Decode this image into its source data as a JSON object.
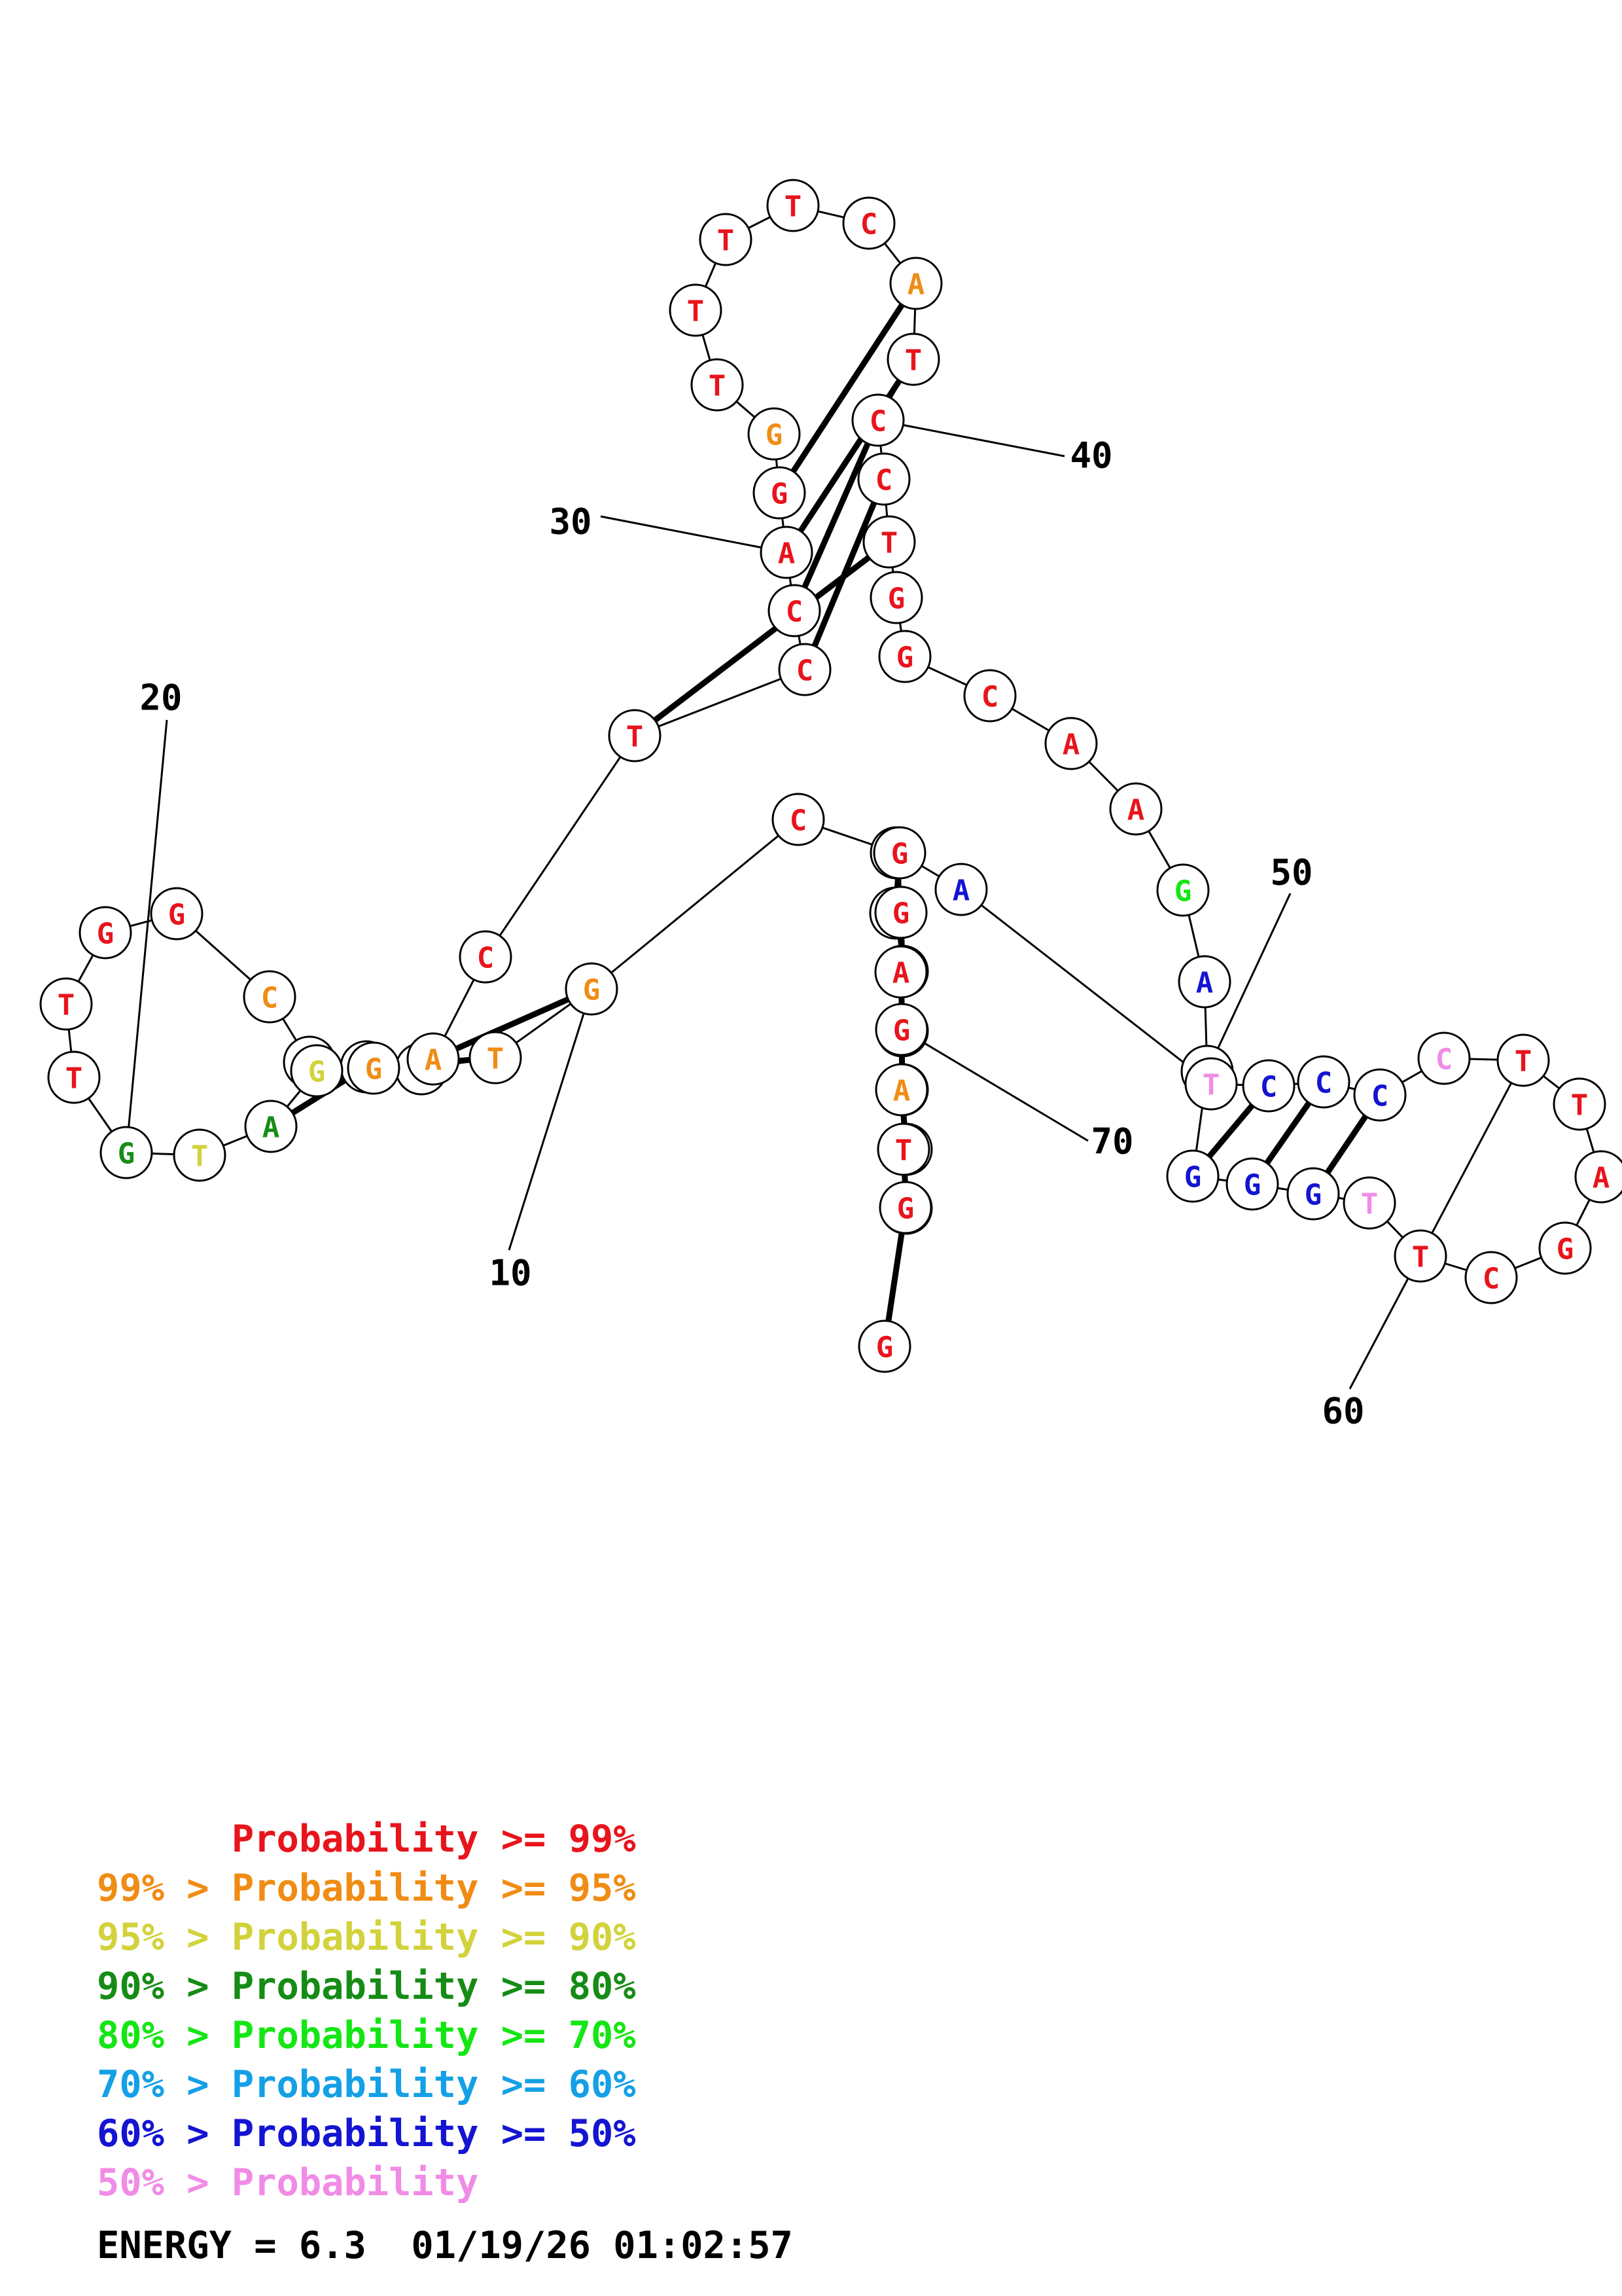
{
  "legend": {
    "colors": [
      "#e8141c",
      "#f08c14",
      "#d2d23c",
      "#168c16",
      "#14e614",
      "#14a0e6",
      "#1414d2",
      "#f08ce6"
    ],
    "lines": [
      "      Probability >= 99%",
      "99% > Probability >= 95%",
      "95% > Probability >= 90%",
      "90% > Probability >= 80%",
      "80% > Probability >= 70%",
      "70% > Probability >= 60%",
      "60% > Probability >= 50%",
      "50% > Probability"
    ]
  },
  "footer": {
    "energy_text": "ENERGY = 6.3  01/19/26 01:02:57"
  },
  "structure": {
    "sequence": [
      "G",
      "T",
      "G",
      "T",
      "C",
      "C",
      "T",
      "C",
      "C",
      "G",
      "T",
      "C",
      "A",
      "T",
      "C",
      "G",
      "G",
      "T",
      "T",
      "G",
      "T",
      "A",
      "G",
      "G",
      "A",
      "C",
      "T",
      "C",
      "C",
      "A",
      "G",
      "G",
      "T",
      "T",
      "T",
      "T",
      "C",
      "A",
      "T",
      "C",
      "C",
      "T",
      "G",
      "G",
      "C",
      "A",
      "A",
      "G",
      "A",
      "G",
      "G",
      "G",
      "G",
      "T",
      "T",
      "C",
      "G",
      "A",
      "T",
      "T",
      "C",
      "C",
      "C",
      "C",
      "T",
      "A",
      "G",
      "G",
      "A",
      "G",
      "A",
      "T",
      "G"
    ],
    "probability_class": [
      0,
      3,
      1,
      0,
      0,
      0,
      0,
      0,
      0,
      1,
      1,
      2,
      3,
      0,
      1,
      0,
      0,
      0,
      0,
      3,
      2,
      3,
      2,
      1,
      1,
      0,
      0,
      0,
      0,
      0,
      0,
      1,
      0,
      0,
      0,
      0,
      0,
      1,
      0,
      0,
      0,
      0,
      0,
      0,
      0,
      0,
      0,
      4,
      6,
      5,
      6,
      6,
      6,
      7,
      0,
      0,
      0,
      0,
      0,
      0,
      7,
      6,
      6,
      6,
      7,
      6,
      0,
      0,
      0,
      0,
      1,
      0,
      0
    ],
    "pairs": [
      [
        1,
        73
      ],
      [
        2,
        72
      ],
      [
        3,
        71
      ],
      [
        4,
        70
      ],
      [
        5,
        69
      ],
      [
        6,
        68
      ],
      [
        7,
        67
      ],
      [
        10,
        25
      ],
      [
        11,
        24
      ],
      [
        12,
        23
      ],
      [
        13,
        22
      ],
      [
        27,
        42
      ],
      [
        28,
        41
      ],
      [
        29,
        40
      ],
      [
        30,
        39
      ],
      [
        31,
        38
      ],
      [
        50,
        65
      ],
      [
        51,
        64
      ],
      [
        52,
        63
      ],
      [
        53,
        62
      ]
    ],
    "tick_labels": [
      {
        "number": "10",
        "base": 10
      },
      {
        "number": "20",
        "base": 20
      },
      {
        "number": "30",
        "base": 30
      },
      {
        "number": "40",
        "base": 40
      },
      {
        "number": "50",
        "base": 50
      },
      {
        "number": "60",
        "base": 60
      },
      {
        "number": "70",
        "base": 70
      }
    ]
  }
}
